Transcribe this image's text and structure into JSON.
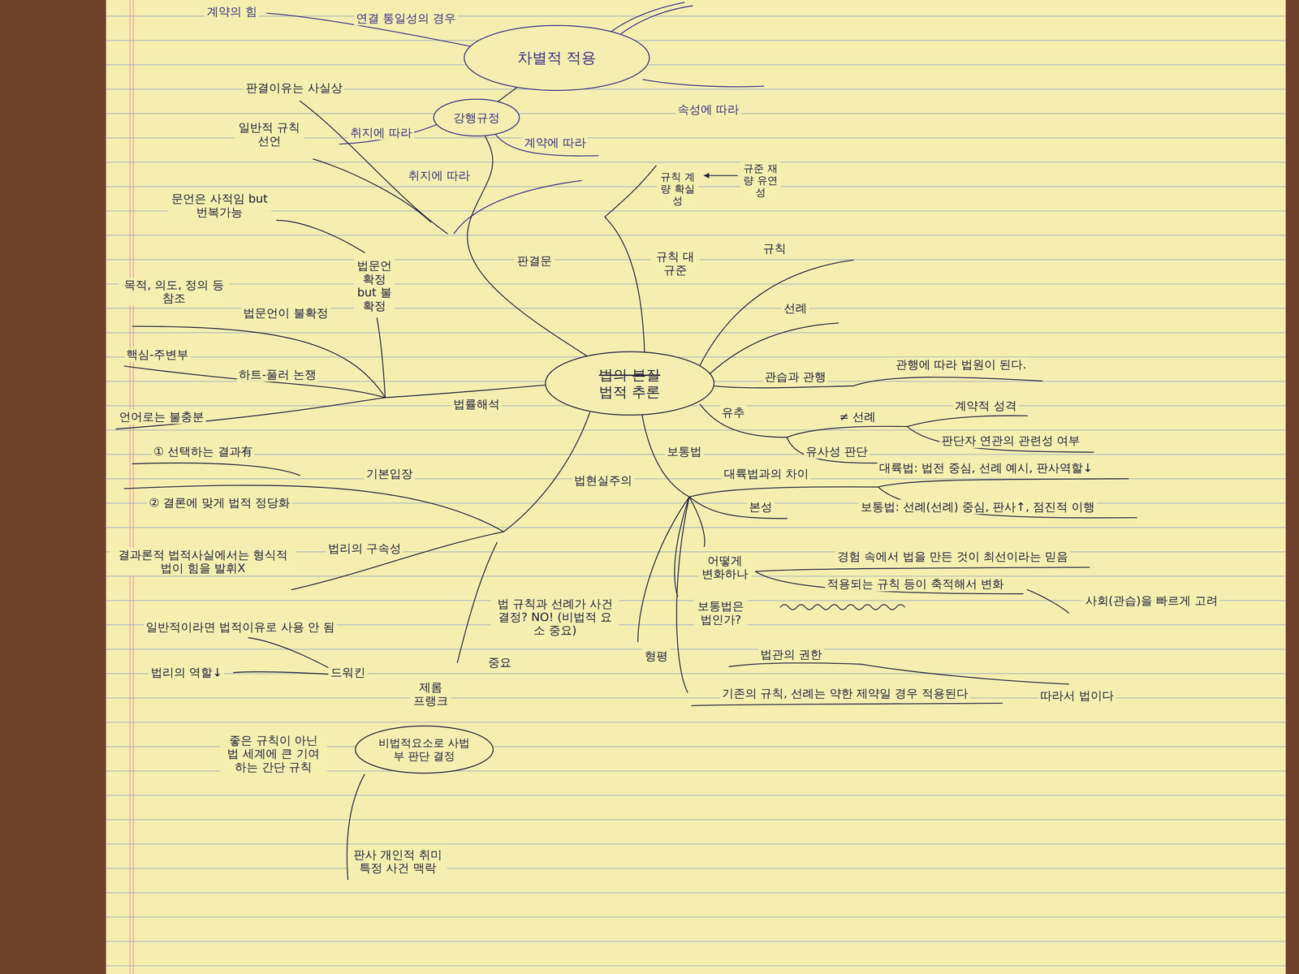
{
  "diagram": {
    "nodes": [
      {
        "text": [
          "법의 본질",
          "법적 추론"
        ]
      },
      {
        "text": [
          "차별적 적용"
        ]
      },
      {
        "text": [
          "강행규정"
        ]
      },
      {
        "text": [
          "비법적요소로 사법부 판단 결정"
        ]
      }
    ],
    "edges": [
      {
        "from": 0,
        "to": 2,
        "arrow": "none"
      },
      {
        "from": 2,
        "to": 1,
        "arrow": "none"
      }
    ],
    "labels": [
      "계약의 힘",
      "연결 통일성의 경우",
      "속성에 따라",
      "취지에 따라",
      "계약에 따라",
      "취지에 따라",
      "판결이유는 사실상",
      "일반적 규칙 선언",
      "판결문",
      "규칙 계량 확실성",
      "규준 재량 유연성",
      "규칙 대 규준",
      "규칙",
      "선례",
      "관습과 관행",
      "관행에 따라 법원이 된다.",
      "유추",
      "≠ 선례",
      "계약적 성격",
      "유사성 판단",
      "판단자 연관의 관련성 여부",
      "보통법",
      "대륙법과의 차이",
      "대륙법: 법전 중심, 선례 예시, 판사역할↓",
      "보통법: 선례(선례) 중심, 판사↑, 점진적 이행",
      "본성",
      "어떻게 변화하나",
      "경험 속에서 법을 만든 것이 최선이라는 믿음",
      "적용되는 규칙 등이 축적해서 변화",
      "사회(관습)을 빠르게 고려",
      "보통법은 법인가?",
      "형평",
      "법관의 권한",
      "기존의 규칙, 선례는 약한 제약일 경우 적용된다",
      "따라서 법이다",
      "문언은 사적임 but 번복가능",
      "법문언 확정 but 불확정",
      "목적, 의도, 정의 등 참조",
      "법문언이 불확정",
      "핵심-주변부",
      "하트-풀러 논쟁",
      "언어로는 불충분",
      "법률해석",
      "① 선택하는 결과有",
      "② 결론에 맞게 법적 정당화",
      "기본입장",
      "법현실주의",
      "결과론적 법적사실에서는 형식적 법이 힘을 발휘X",
      "법리의 구속성",
      "법 규칙과 선례가 사건결정? NO! (비법적 요소 중요)",
      "중요",
      "일반적이라면 법적이유로 사용 안 됨",
      "법리의 역할↓",
      "드워킨",
      "제롬 프랭크",
      "좋은 규칙이 아닌 법 세계에 큰 기여하는 간단 규칙",
      "판사 개인적 취미 특정 사건 맥락"
    ]
  }
}
